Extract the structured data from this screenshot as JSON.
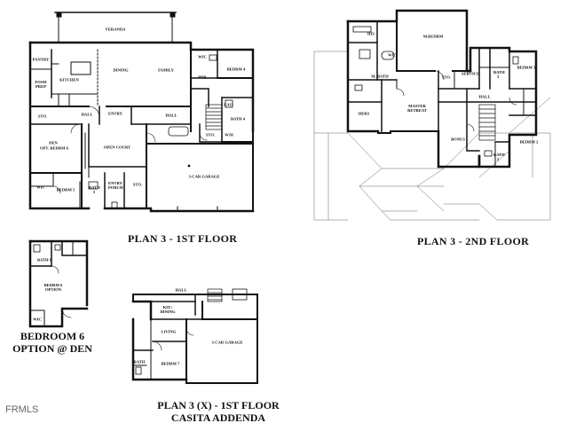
{
  "watermark": "FRMLS",
  "plans": {
    "first_floor": {
      "title": "PLAN 3 - 1ST FLOOR",
      "rooms": {
        "veranda": "VERANDA",
        "pantry": "PANTRY",
        "dining": "DINING",
        "family": "FAMILY",
        "wic_top": "WIC",
        "bedrm4": "BEDRM 4",
        "kitchen": "KITCHEN",
        "food_prep": "FOOD PREP",
        "pdr": "PDR",
        "sto_left": "STO.",
        "hall_left": "HALL",
        "entry": "ENTRY",
        "hall_right": "HALL",
        "bath4": "BATH 4",
        "lau": "LAU",
        "den": "DEN",
        "den_option": "OPT. BEDRM 6",
        "open_court": "OPEN COURT",
        "sto_mid": "STO.",
        "wh": "W/H",
        "garage": "3-CAR GARAGE",
        "wic_bottom": "WIC",
        "bedrm5": "BEDRM 5",
        "bath5": "BATH 5",
        "entry_porch": "ENTRY PORCH",
        "sto_garage": "STO."
      }
    },
    "second_floor": {
      "title": "PLAN 3 - 2ND FLOOR",
      "rooms": {
        "his": "HIS",
        "m_bedrm": "M.BEDRM",
        "wic": "WIC",
        "m_bath": "M. BATH",
        "sto": "STO.",
        "service": "SERVICE",
        "bath3": "BATH 3",
        "bedrm3": "BEDRM 3",
        "hers": "HERS",
        "master_retreat": "MASTER RETREAT",
        "hall": "HALL",
        "bonus": "BONUS",
        "bedrm2": "BEDRM 2",
        "bath2": "BATH 2"
      }
    },
    "bedroom6_option": {
      "title_line1": "BEDROOM 6",
      "title_line2": "OPTION @ DEN",
      "rooms": {
        "bath6": "BATH 6",
        "bedrm6": "BEDRM 6 OPTION",
        "wic": "WIC"
      }
    },
    "casita": {
      "title_line1": "PLAN 3 (X) - 1ST FLOOR",
      "title_line2": "CASITA ADDENDA",
      "rooms": {
        "hall": "HALL",
        "kit_dining": "KIT./ DINING",
        "living": "LIVING",
        "garage": "3-CAR GARAGE",
        "bath": "BATH",
        "bedrm7": "BEDRM 7"
      }
    }
  }
}
